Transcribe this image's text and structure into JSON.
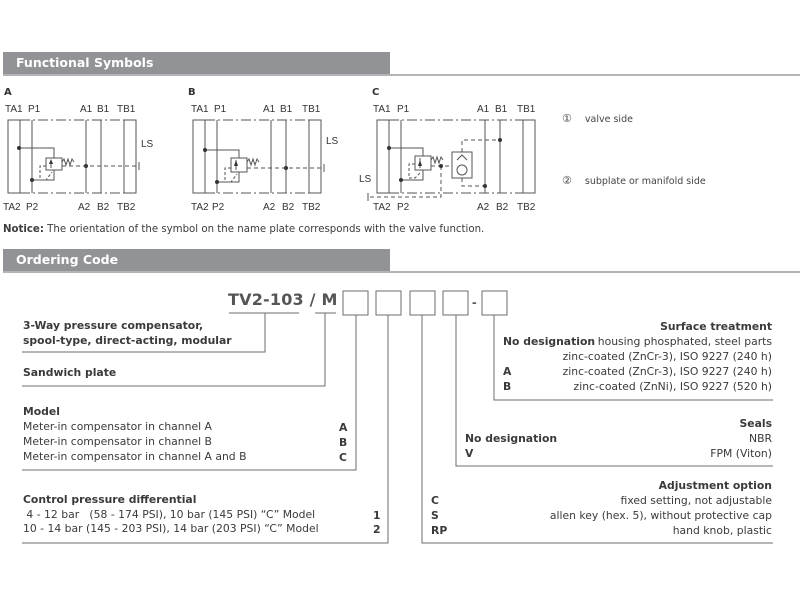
{
  "sections": {
    "functional_symbols": "Functional Symbols",
    "ordering_code": "Ordering Code"
  },
  "symbols": [
    {
      "letter": "A",
      "top_ports": [
        "TA1",
        "P1",
        "A1",
        "B1",
        "TB1"
      ],
      "bottom_ports": [
        "TA2",
        "P2",
        "A2",
        "B2",
        "TB2"
      ],
      "ls_label": "LS"
    },
    {
      "letter": "B",
      "top_ports": [
        "TA1",
        "P1",
        "A1",
        "B1",
        "TB1"
      ],
      "bottom_ports": [
        "TA2",
        "P2",
        "A2",
        "B2",
        "TB2"
      ],
      "ls_label": "LS"
    },
    {
      "letter": "C",
      "top_ports": [
        "TA1",
        "P1",
        "A1",
        "B1",
        "TB1"
      ],
      "bottom_ports": [
        "TA2",
        "P2",
        "A2",
        "B2",
        "TB2"
      ],
      "ls_label": "LS"
    }
  ],
  "legend": [
    {
      "marker": "①",
      "text": "valve side"
    },
    {
      "marker": "②",
      "text": "subplate or manifold side"
    }
  ],
  "notice": {
    "label": "Notice:",
    "text": " The orientation of the symbol on the name plate corresponds with the valve function."
  },
  "ordering": {
    "code_prefix": "TV2-103 / M",
    "dash": "-",
    "type": {
      "line1": "3-Way pressure compensator,",
      "line2": "spool-type, direct-acting, modular"
    },
    "sandwich": "Sandwich plate",
    "model": {
      "title": "Model",
      "options": [
        {
          "text": "Meter-in compensator in channel A",
          "code": "A"
        },
        {
          "text": "Meter-in compensator in channel B",
          "code": "B"
        },
        {
          "text": "Meter-in compensator in channel A and B",
          "code": "C"
        }
      ]
    },
    "pressure": {
      "title": "Control pressure differential",
      "options": [
        {
          "text": " 4 - 12 bar   (58 - 174 PSI), 10 bar (145 PSI) “C” Model",
          "code": "1"
        },
        {
          "text": "10 - 14 bar (145 - 203 PSI), 14 bar (203 PSI) “C” Model",
          "code": "2"
        }
      ]
    },
    "surface": {
      "title": "Surface treatment",
      "no_designation": "No designation",
      "no_designation_text1": "housing phosphated, steel parts",
      "no_designation_text2": "zinc-coated (ZnCr-3), ISO 9227 (240 h)",
      "options": [
        {
          "code": "A",
          "text": "zinc-coated (ZnCr-3), ISO 9227 (240 h)"
        },
        {
          "code": "B",
          "text": "zinc-coated (ZnNi), ISO 9227 (520 h)"
        }
      ]
    },
    "seals": {
      "title": "Seals",
      "options": [
        {
          "code": "No designation",
          "text": "NBR"
        },
        {
          "code": "V",
          "text": "FPM (Viton)"
        }
      ]
    },
    "adjustment": {
      "title": "Adjustment option",
      "options": [
        {
          "code": "C",
          "text": "fixed setting, not adjustable"
        },
        {
          "code": "S",
          "text": "allen key (hex. 5), without protective cap"
        },
        {
          "code": "RP",
          "text": "hand knob, plastic"
        }
      ]
    }
  }
}
